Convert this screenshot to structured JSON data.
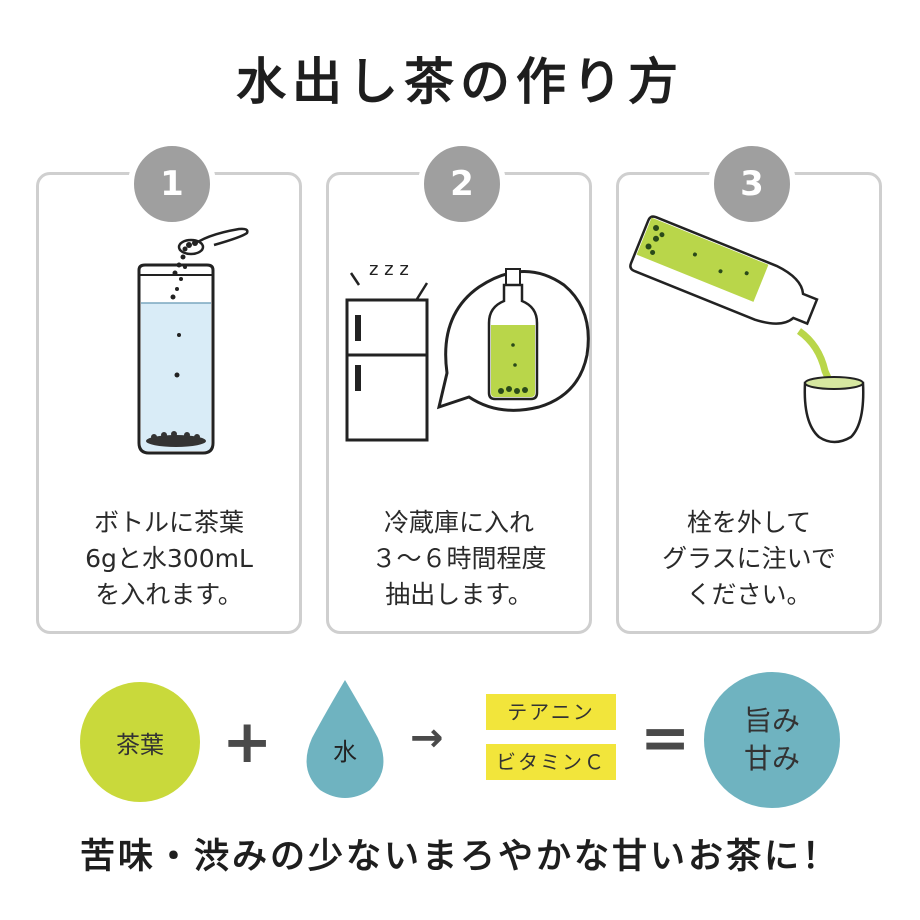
{
  "title": "水出し茶の作り方",
  "steps": [
    {
      "number": "1",
      "text": "ボトルに茶葉\n6gと水300mL\nを入れます。"
    },
    {
      "number": "2",
      "text": "冷蔵庫に入れ\n３～６時間程度\n抽出します。"
    },
    {
      "number": "3",
      "text": "栓を外して\nグラスに注いで\nください。"
    }
  ],
  "sleep_text": "z z z",
  "equation": {
    "tea_leaves": "茶葉",
    "plus": "+",
    "water": "水",
    "arrow": "→",
    "tags": [
      "テアニン",
      "ビタミンＣ"
    ],
    "equals": "=",
    "result_line1": "旨み",
    "result_line2": "甘み"
  },
  "tagline": "苦味・渋みの少ないまろやかな甘いお茶に！",
  "colors": {
    "lime": "#c9d93b",
    "teal": "#6fb3c0",
    "yellow": "#f2e53b",
    "tea_green": "#b9d64a",
    "water_blue": "#d6eaf5",
    "gray_badge": "#9f9f9f"
  }
}
